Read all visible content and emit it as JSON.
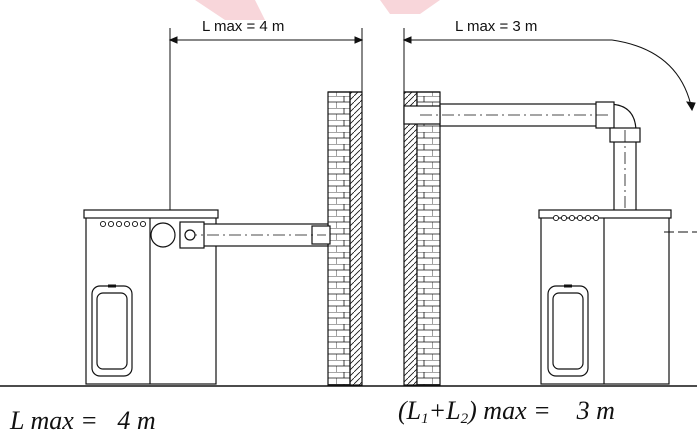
{
  "dimension_labels": {
    "left": "L max = 4 m",
    "right": "L max = 3 m"
  },
  "captions": {
    "left": "L max =   4 m",
    "right": {
      "open": "(L",
      "sub1": "1",
      "plus": "+L",
      "sub2": "2",
      "close": ") max =    3 m"
    }
  },
  "colors": {
    "line": "#111111",
    "watermark": "#f8d6da"
  }
}
